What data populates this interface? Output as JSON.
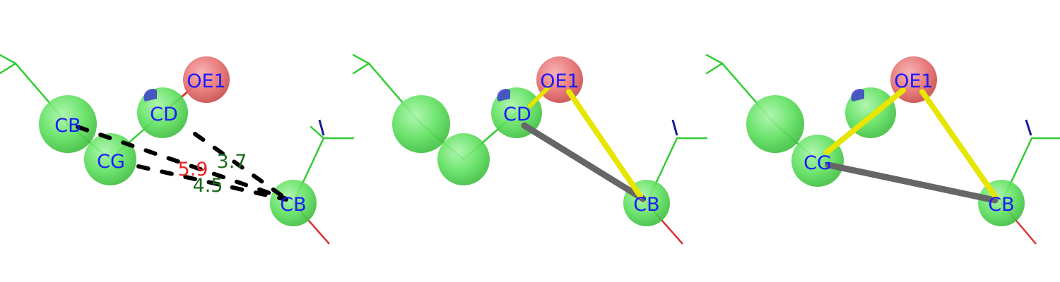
{
  "colors": {
    "background": "#ffffff",
    "carbon_sphere": "#5ee05e",
    "oxygen_sphere": "#e87878",
    "bond_green": "#33cc33",
    "bond_blue": "#1a1a99",
    "bond_red": "#dd3333",
    "label_blue": "#1a1aff",
    "distance_red": "#ee2222",
    "distance_green": "#1a6b1a",
    "dashed_line": "#000000",
    "yellow_rod": "#e6e600",
    "gray_rod": "#666666"
  },
  "panels": [
    {
      "id": "panel-1",
      "atoms": [
        {
          "key": "CB1",
          "label": "CB"
        },
        {
          "key": "CG",
          "label": "CG"
        },
        {
          "key": "CD",
          "label": "CD"
        },
        {
          "key": "OE1",
          "label": "OE1"
        },
        {
          "key": "CB2",
          "label": "CB"
        }
      ],
      "distances": [
        {
          "value": "5.9",
          "color": "#ee2222"
        },
        {
          "value": "3.7",
          "color": "#1a6b1a"
        },
        {
          "value": "4.5",
          "color": "#1a6b1a"
        }
      ]
    },
    {
      "id": "panel-2",
      "atoms": [
        {
          "key": "CB1",
          "label": ""
        },
        {
          "key": "CG",
          "label": ""
        },
        {
          "key": "CD",
          "label": "CD"
        },
        {
          "key": "OE1",
          "label": "OE1"
        },
        {
          "key": "CB2",
          "label": "CB"
        }
      ]
    },
    {
      "id": "panel-3",
      "atoms": [
        {
          "key": "CB1",
          "label": ""
        },
        {
          "key": "CG",
          "label": "CG"
        },
        {
          "key": "CD",
          "label": ""
        },
        {
          "key": "OE1",
          "label": "OE1"
        },
        {
          "key": "CB2",
          "label": "CB"
        }
      ]
    }
  ]
}
